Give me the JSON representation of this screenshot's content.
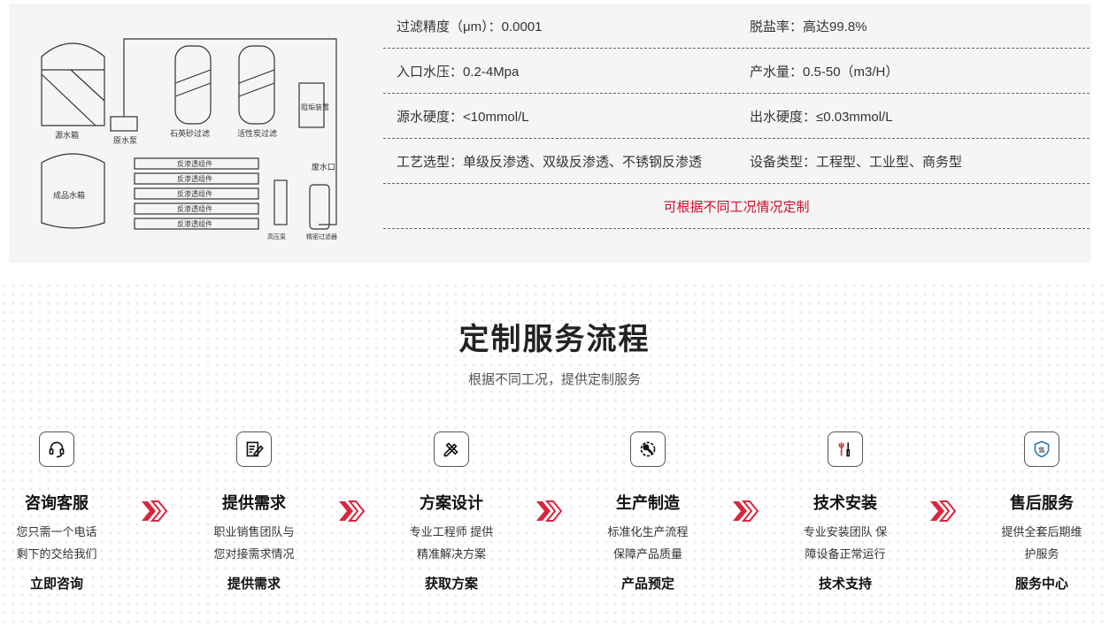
{
  "diagram": {
    "labels": [
      "源水箱",
      "原水泵",
      "石英砂过滤",
      "活性炭过滤",
      "阻垢装置",
      "废水口",
      "成品水箱",
      "反渗透组件",
      "高压泵",
      "精密过滤器"
    ]
  },
  "specs": {
    "rows": [
      [
        "过滤精度（μm）：0.0001",
        "脱盐率：高达99.8%"
      ],
      [
        "入口水压：0.2-4Mpa",
        "产水量：0.5-50（m3/H）"
      ],
      [
        "源水硬度：<10mmol/L",
        "出水硬度：≤0.03mmol/L"
      ],
      [
        "工艺选型：单级反渗透、双级反渗透、不锈钢反渗透",
        "设备类型：工程型、工业型、商务型"
      ]
    ],
    "note": "可根据不同工况情况定制",
    "note_color": "#c8102e"
  },
  "process": {
    "title": "定制服务流程",
    "subtitle": "根据不同工况，提供定制服务",
    "arrow_color": "#d7263d",
    "steps": [
      {
        "icon": "headset-icon",
        "title": "咨询客服",
        "desc1": "您只需一个电话",
        "desc2": "剩下的交给我们",
        "link": "立即咨询"
      },
      {
        "icon": "edit-document-icon",
        "title": "提供需求",
        "desc1": "职业销售团队与",
        "desc2": "您对接需求情况",
        "link": "提供需求"
      },
      {
        "icon": "pencil-ruler-icon",
        "title": "方案设计",
        "desc1": "专业工程师 提供",
        "desc2": "精准解决方案",
        "link": "获取方案"
      },
      {
        "icon": "gear-wrench-icon",
        "title": "生产制造",
        "desc1": "标准化生产流程",
        "desc2": "保障产品质量",
        "link": "产品预定"
      },
      {
        "icon": "tools-icon",
        "title": "技术安装",
        "desc1": "专业安装团队 保",
        "desc2": "障设备正常运行",
        "link": "技术支持"
      },
      {
        "icon": "shield-service-icon",
        "title": "售后服务",
        "desc1": "提供全套后期维",
        "desc2": "护服务",
        "link": "服务中心"
      }
    ]
  }
}
